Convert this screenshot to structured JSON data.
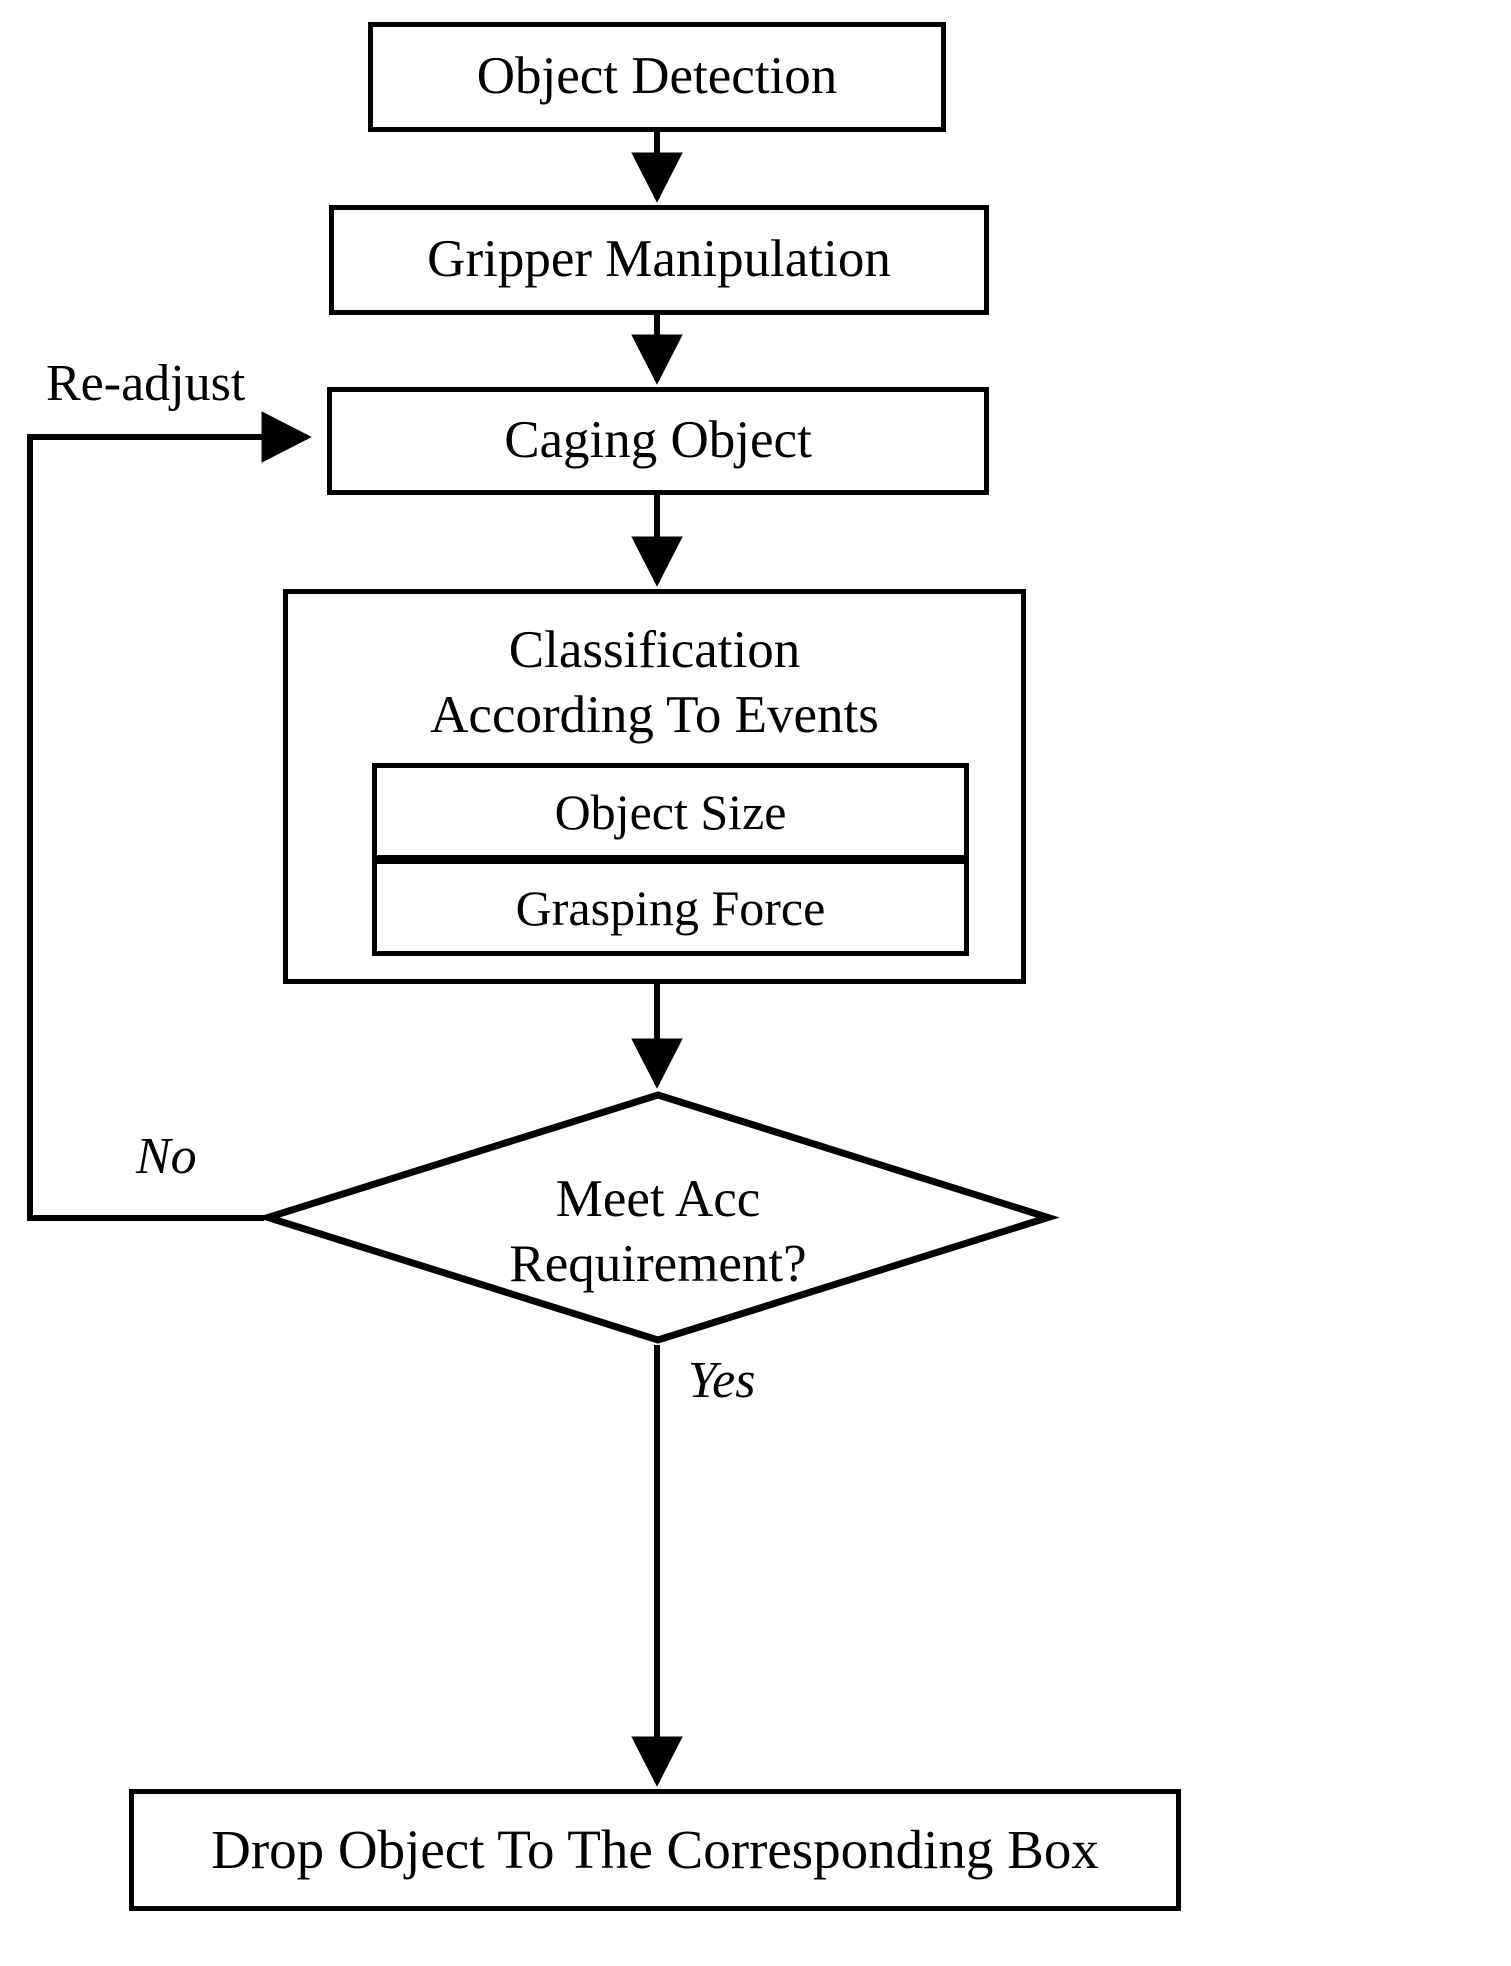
{
  "diagram": {
    "title": "Robotic Grasping Classification Flowchart",
    "colors": {
      "stroke": "#000000",
      "background": "#ffffff",
      "text": "#000000"
    },
    "nodes": {
      "object_detection": {
        "label": "Object Detection",
        "shape": "rectangle"
      },
      "gripper_manipulation": {
        "label": "Gripper Manipulation",
        "shape": "rectangle"
      },
      "caging_object": {
        "label": "Caging Object",
        "shape": "rectangle"
      },
      "classification": {
        "label": "Classification\nAccording To Events",
        "shape": "rectangle"
      },
      "object_size": {
        "label": "Object Size",
        "shape": "rectangle"
      },
      "grasping_force": {
        "label": "Grasping Force",
        "shape": "rectangle"
      },
      "decision": {
        "label": "Meet Acc\nRequirement?",
        "shape": "diamond"
      },
      "drop_object": {
        "label": "Drop Object To The Corresponding Box",
        "shape": "rectangle"
      }
    },
    "edge_labels": {
      "readjust": "Re-adjust",
      "no": "No",
      "yes": "Yes"
    },
    "flow": [
      {
        "from": "object_detection",
        "to": "gripper_manipulation",
        "label": ""
      },
      {
        "from": "gripper_manipulation",
        "to": "caging_object",
        "label": ""
      },
      {
        "from": "caging_object",
        "to": "classification",
        "label": ""
      },
      {
        "from": "classification",
        "to": "decision",
        "label": ""
      },
      {
        "from": "decision",
        "to": "drop_object",
        "label": "Yes"
      },
      {
        "from": "decision",
        "to": "caging_object",
        "label": "No / Re-adjust"
      }
    ]
  }
}
